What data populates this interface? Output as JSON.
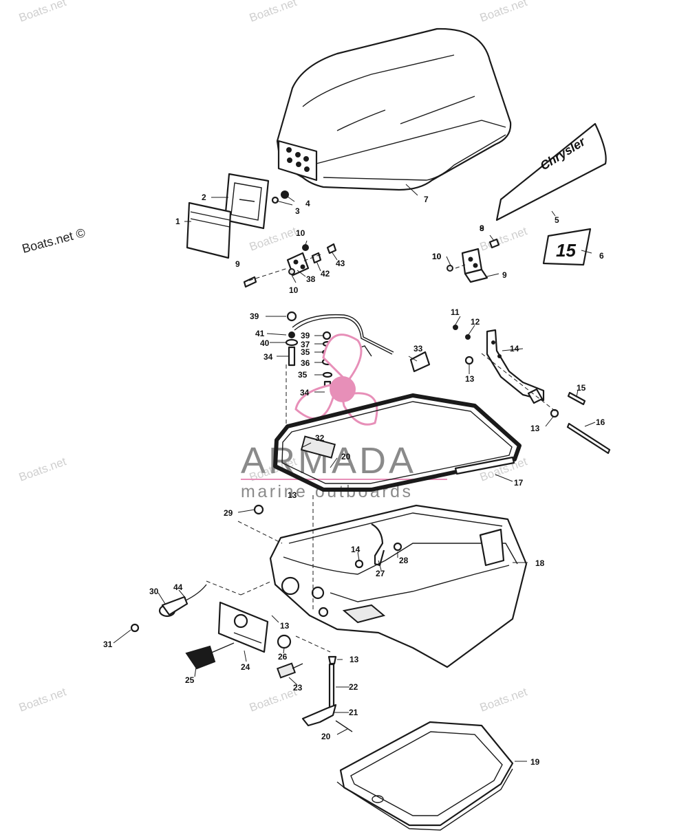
{
  "watermarks": {
    "site": "Boats.net",
    "side_label": "Boats.net ©"
  },
  "brand": {
    "name": "ARMADA",
    "tagline": "marine outboards",
    "color_logo": "#e78fb8",
    "color_text": "#8a8a8a"
  },
  "decals": {
    "chrysler": "Chrysler",
    "number": "15"
  },
  "callouts": [
    "1",
    "2",
    "3",
    "4",
    "5",
    "6",
    "7",
    "8",
    "9",
    "10",
    "10",
    "9",
    "10",
    "42",
    "43",
    "38",
    "9",
    "10",
    "11",
    "12",
    "13",
    "14",
    "13",
    "15",
    "16",
    "17",
    "18",
    "19",
    "20",
    "20",
    "21",
    "22",
    "23",
    "24",
    "25",
    "26",
    "13",
    "13",
    "13",
    "27",
    "28",
    "14",
    "29",
    "30",
    "31",
    "32",
    "33",
    "34",
    "34",
    "35",
    "35",
    "36",
    "37",
    "39",
    "39",
    "40",
    "41",
    "44"
  ]
}
